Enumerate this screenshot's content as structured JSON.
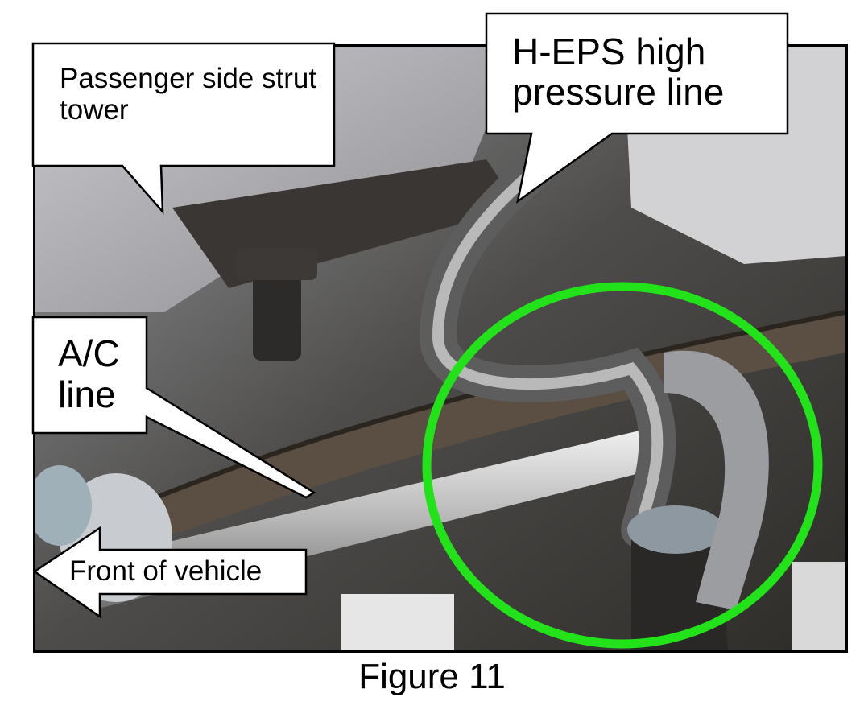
{
  "figure": {
    "caption": "Figure 11",
    "callouts": {
      "strut_tower": "Passenger side strut tower",
      "heps_line": "H-EPS high pressure line",
      "ac_line": "A/C line",
      "front_arrow": "Front of vehicle"
    },
    "highlight_color": "#22e31a"
  }
}
